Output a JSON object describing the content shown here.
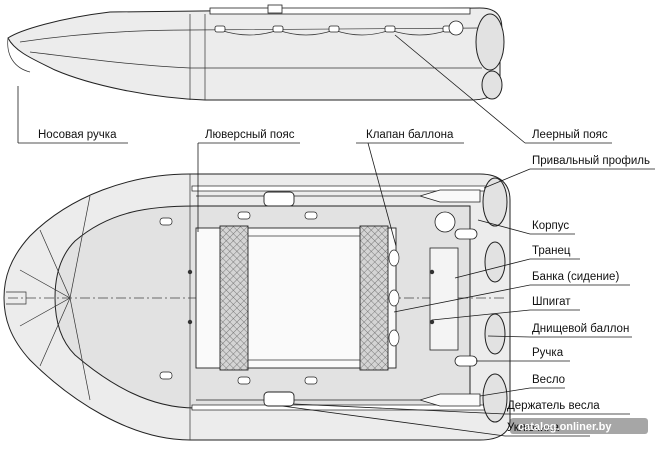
{
  "labels": {
    "bow_handle": "Носовая ручка",
    "grommet_belt": "Люверсный пояс",
    "tube_valve": "Клапан баллона",
    "lifeline": "Леерный пояс",
    "rub_strake": "Привальный профиль",
    "hull": "Корпус",
    "transom": "Транец",
    "seat": "Банка (сидение)",
    "drain": "Шпигат",
    "keel_tube": "Днищевой баллон",
    "handle": "Ручка",
    "oar": "Весло",
    "oar_holder": "Держатель весла",
    "oarlock": "Уключина"
  },
  "watermark": "catalog.onliner.by",
  "colors": {
    "line": "#1a1a1a",
    "hull_fill": "#ececec",
    "mesh": "#bdbdbd"
  }
}
